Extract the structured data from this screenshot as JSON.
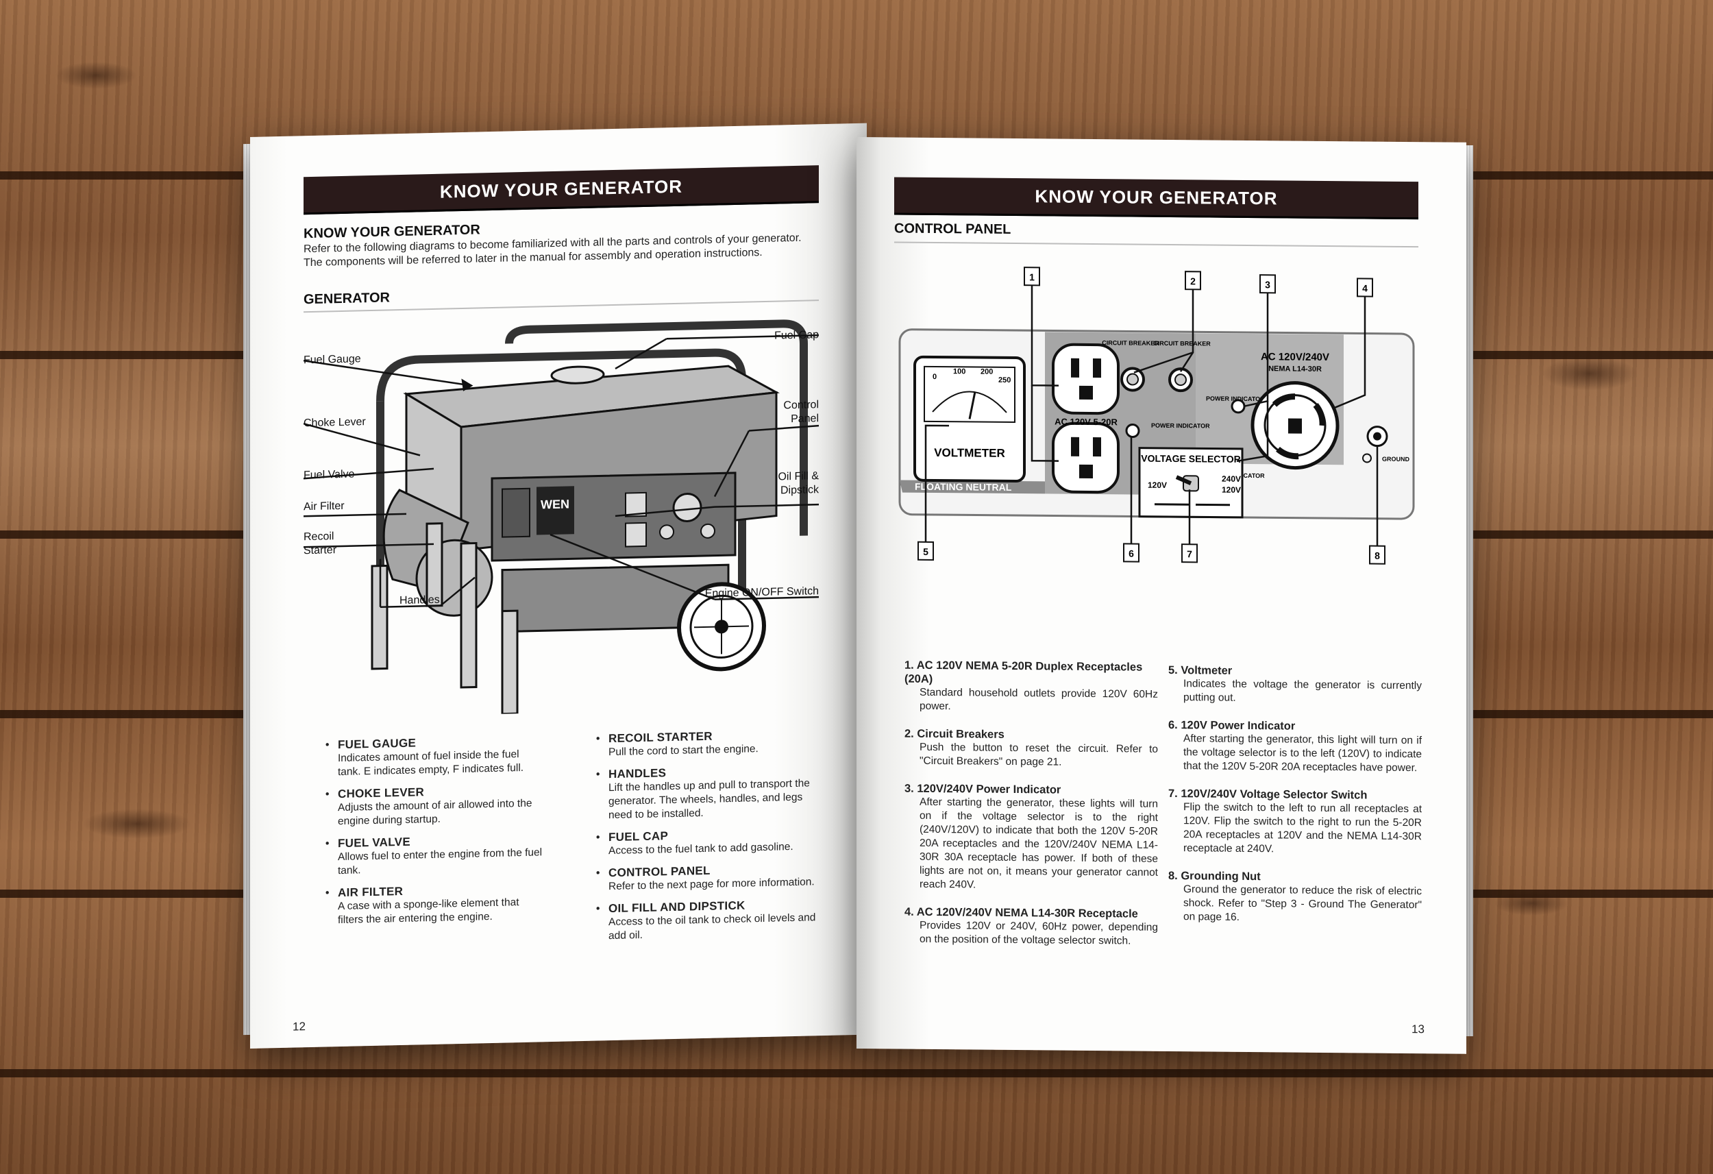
{
  "left_page": {
    "header": "KNOW YOUR GENERATOR",
    "intro_title": "KNOW YOUR GENERATOR",
    "intro_text": "Refer to the following diagrams to become familiarized with all the parts and controls of your generator. The components will be referred to later in the manual for assembly and operation instructions.",
    "section_title": "GENERATOR",
    "logo_text": "WEN",
    "callouts": {
      "fuel_cap": "Fuel Cap",
      "fuel_gauge": "Fuel Gauge",
      "choke_lever": "Choke Lever",
      "control_panel": "Control Panel",
      "fuel_valve": "Fuel Valve",
      "oil_fill": "Oil Fill & Dipstick",
      "air_filter": "Air Filter",
      "recoil_starter": "Recoil Starter",
      "handles": "Handles",
      "engine_switch": "Engine ON/OFF Switch"
    },
    "parts_col1": [
      {
        "title": "FUEL GAUGE",
        "desc": "Indicates amount of fuel inside the fuel tank. E indicates empty, F indicates full."
      },
      {
        "title": "CHOKE LEVER",
        "desc": "Adjusts the amount of air allowed into the engine during startup."
      },
      {
        "title": "FUEL VALVE",
        "desc": "Allows fuel to enter the engine from the fuel tank."
      },
      {
        "title": "AIR FILTER",
        "desc": "A case with a sponge-like element that filters the air entering the engine."
      }
    ],
    "parts_col2": [
      {
        "title": "RECOIL STARTER",
        "desc": "Pull the cord to start the engine."
      },
      {
        "title": "HANDLES",
        "desc": "Lift the handles up and pull to transport the generator. The wheels, handles, and legs need to be installed."
      },
      {
        "title": "FUEL CAP",
        "desc": "Access to the fuel tank to add gasoline."
      },
      {
        "title": "CONTROL PANEL",
        "desc": "Refer to the next page for more information."
      },
      {
        "title": "OIL FILL AND DIPSTICK",
        "desc": "Access to the oil tank to check oil levels and add oil."
      }
    ],
    "page_number": "12"
  },
  "right_page": {
    "header": "KNOW YOUR GENERATOR",
    "section_title": "CONTROL PANEL",
    "panel": {
      "number_tags": [
        "1",
        "2",
        "3",
        "4",
        "5",
        "6",
        "7",
        "8"
      ],
      "voltmeter_label": "VOLTMETER",
      "floating_neutral": "FLOATING NEUTRAL",
      "receptacle_label": "AC 120V 5-20R",
      "circuit_breaker": "CIRCUIT BREAKER",
      "power_indicator": "POWER INDICATOR",
      "voltage_selector": "VOLTAGE SELECTOR",
      "selector_left": "120V",
      "selector_right_top": "240V",
      "selector_right_bottom": "120V",
      "twistlock_label": "AC 120V/240V",
      "twistlock_sub": "NEMA L14-30R",
      "ground_label": "GROUND",
      "dial_ticks": [
        "0",
        "100",
        "200",
        "250"
      ]
    },
    "items_col1": [
      {
        "title": "1. AC 120V NEMA 5-20R Duplex Receptacles (20A)",
        "desc": "Standard household outlets provide 120V 60Hz power."
      },
      {
        "title": "2. Circuit Breakers",
        "desc": "Push the button to reset the circuit. Refer to \"Circuit Breakers\" on page 21."
      },
      {
        "title": "3. 120V/240V Power Indicator",
        "desc": "After starting the generator, these lights will turn on if the voltage selector is to the right (240V/120V) to indicate that both the 120V 5-20R 20A receptacles and the 120V/240V NEMA L14-30R 30A receptacle has power. If both of these lights are not on, it means your generator cannot reach 240V."
      },
      {
        "title": "4. AC 120V/240V NEMA L14-30R Receptacle",
        "desc": "Provides 120V or 240V, 60Hz power, depending on the position of the voltage selector switch."
      }
    ],
    "items_col2": [
      {
        "title": "5. Voltmeter",
        "desc": "Indicates the voltage the generator is currently putting out."
      },
      {
        "title": "6. 120V Power Indicator",
        "desc": "After starting the generator, this light will turn on if the voltage selector is to the left (120V) to indicate that the 120V 5-20R 20A receptacles have power."
      },
      {
        "title": "7. 120V/240V Voltage Selector Switch",
        "desc": "Flip the switch to the left to run all receptacles at 120V. Flip the switch to the right to run the 5-20R 20A receptacles at 120V and the NEMA L14-30R receptacle at 240V."
      },
      {
        "title": "8. Grounding Nut",
        "desc": "Ground the generator to reduce the risk of electric shock. Refer to \"Step 3 - Ground The Generator\" on page 16."
      }
    ],
    "page_number": "13"
  }
}
